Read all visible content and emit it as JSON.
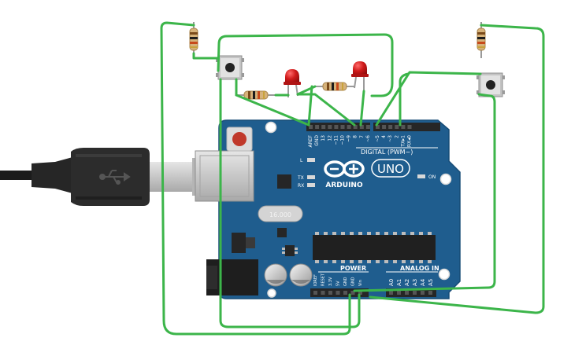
{
  "board": {
    "name": "UNO",
    "brand": "ARDUINO",
    "on_label": "ON",
    "l_label": "L",
    "tx_label": "TX",
    "rx_label": "RX",
    "digital_title": "DIGITAL (PWM~)",
    "power_title": "POWER",
    "analog_title": "ANALOG IN",
    "crystal_label": "16.000",
    "digital_pins": [
      "AREF",
      "GND",
      "13",
      "12",
      "~11",
      "~10",
      "~9",
      "8",
      "7",
      "~6",
      "~5",
      "4",
      "~3",
      "2",
      "TX▸1",
      "RX◂0"
    ],
    "power_pins": [
      "IOREF",
      "RESET",
      "3.3V",
      "5V",
      "GND",
      "GND",
      "Vin"
    ],
    "analog_pins": [
      "A0",
      "A1",
      "A2",
      "A3",
      "A4",
      "A5"
    ]
  },
  "components": {
    "leds": [
      "red-led-1",
      "red-led-2"
    ],
    "resistors": [
      "resistor-top-left",
      "resistor-led-1",
      "resistor-led-2",
      "resistor-top-right"
    ],
    "buttons": [
      "pushbutton-left",
      "pushbutton-right"
    ],
    "cable": "usb-cable"
  },
  "colors": {
    "board": "#1f5d8e",
    "board_edge": "#174c77",
    "wire": "#3cb54a",
    "led": "#c8141b",
    "header": "#262626",
    "usb_metal": "#c9c9c9",
    "cable": "#2a2a2a",
    "reset_button": "#c0392b"
  }
}
